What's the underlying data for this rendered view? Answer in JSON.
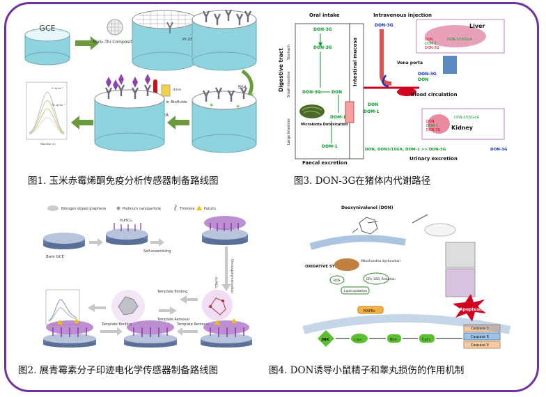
{
  "colors": {
    "frame": "#7030a0",
    "electrode": "#8fd3df",
    "arrow_green": "#6a9a3c",
    "red": "#d2001f",
    "green_text": "#0a9a2a",
    "blue_text": "#1030c0",
    "caspase": "#f7c9a0",
    "caspase8": "#9fc3e6"
  },
  "panel1": {
    "caption": "图1. 玉米赤霉烯酮免疫分析传感器制备路线图",
    "gce": "GCE",
    "composite": "MoS₂-Thi Composites",
    "mab": "Pt-ZEA-MAb",
    "bsa": "BSA",
    "bio": "Application in Biofluids",
    "zea": "ZEA",
    "tube_label": "Urine",
    "curve_top": "0 ng mL⁻¹",
    "curve_bottom": "70 ng mL⁻¹",
    "xaxis": "Potential (V)"
  },
  "panel2": {
    "caption": "图2. 展青霉素分子印迹电化学传感器制备路线图",
    "legend": [
      "Nitrogen doped graphene",
      "Platinum nanoparticle",
      "Thionine",
      "Patulin"
    ],
    "bare": "Bare GCE",
    "self": "Self-assembling",
    "tb": "Template Binding",
    "tr": "Template Removal",
    "electro": "Electropolymerization",
    "h2ptcl": "H₂PtCl₆"
  },
  "panel3": {
    "caption": "图3. DON-3G在猪体内代谢路径",
    "oral": "Oral intake",
    "iv": "Intravenous injection",
    "liver": "Liver",
    "vena": "Vena porta",
    "blood": "Blood circulation",
    "kidney": "Kidney",
    "stomach": "Stomach",
    "small": "Small intestine",
    "large": "Large Intestine",
    "digestive": "Digestive tract",
    "intestinal": "Intestinal mucosa",
    "microbiota": "Microbiota Detoxication",
    "faecal": "Faecal excretion",
    "urinary": "Urinary excretion",
    "don3g": "DON-3G",
    "don": "DON",
    "dom1": "DOM-1",
    "don15": "DON-3/15GlcA",
    "bottom_list": "DON, DON3/15GA, DOM-1 >> DON-3G"
  },
  "panel4": {
    "caption": "图4. DON诱导小鼠精子和睾丸损伤的作用机制",
    "deoxy": "Deoxynivalenol (DON)",
    "oxidative": "OXIDATIVE STRESS",
    "mito": "Mitochondria dysfunction",
    "ros": "ROS",
    "gpx": "GPx, SOD, Reduction",
    "lipid": "Lipid oxidation",
    "mapk": "MAPKs",
    "jnk": "JNK",
    "jun": "c-Jun",
    "bim": "Bim",
    "cytc": "Cyt c",
    "apoptosis": "Apoptosis",
    "caspases": [
      "Caspase 3",
      "Caspase 8",
      "Caspase 9"
    ]
  }
}
